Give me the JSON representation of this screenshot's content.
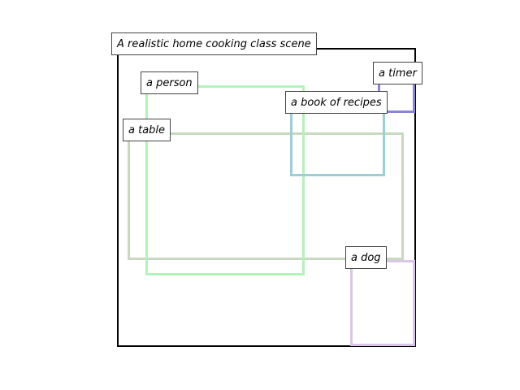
{
  "scene": {
    "caption": "A realistic home cooking class scene",
    "frame_color": "#000000"
  },
  "objects": [
    {
      "id": "person",
      "label": "a person",
      "color": "#b2f2bb"
    },
    {
      "id": "table",
      "label": "a table",
      "color": "#c8d9bf"
    },
    {
      "id": "book",
      "label": "a book of recipes",
      "color": "#9ccfd3"
    },
    {
      "id": "timer",
      "label": "a timer",
      "color": "#8a84d6"
    },
    {
      "id": "dog",
      "label": "a dog",
      "color": "#d9c6e6"
    }
  ]
}
